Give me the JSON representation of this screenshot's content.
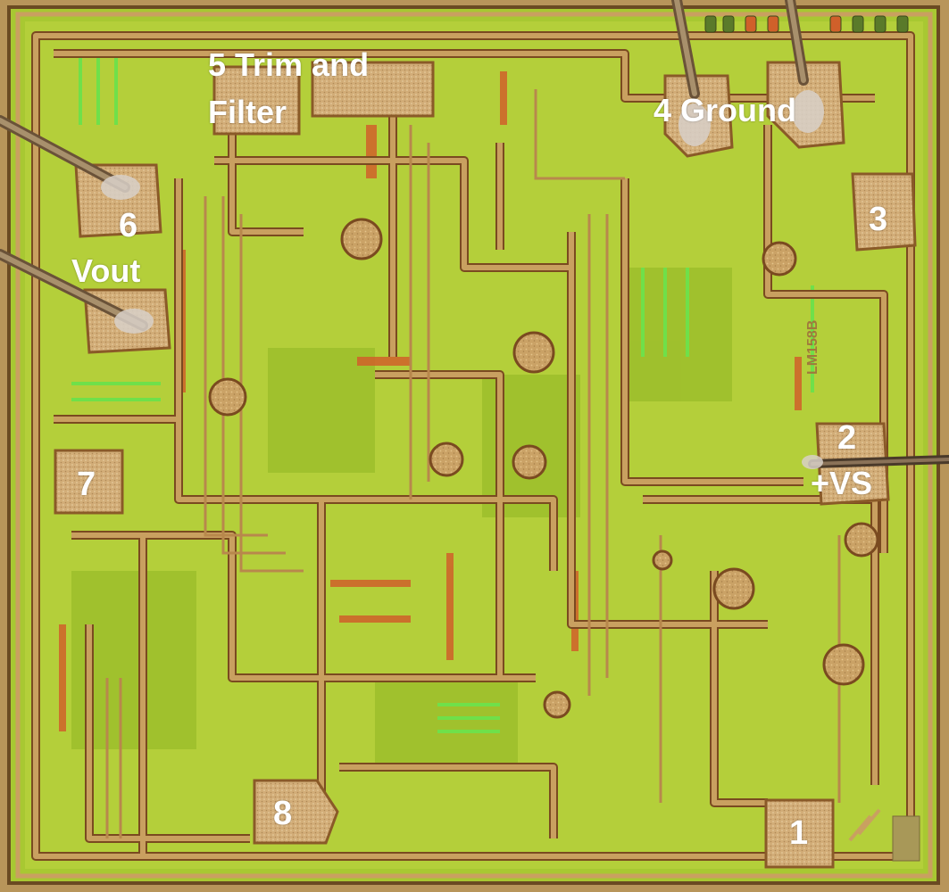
{
  "image": {
    "description": "Die photograph of an 8-pin analog integrated circuit with labeled bond pads",
    "die_marking": "LM158B",
    "colors": {
      "substrate_green": "#a8c832",
      "field_yellow_green": "#bcd23c",
      "metal_gold": "#c9a060",
      "metal_edge": "#7a4a20",
      "diffusion_orange": "#d0602a",
      "bright_green_resistor": "#6fe04a",
      "label_white": "#ffffff",
      "bond_wire": "#8a7258"
    }
  },
  "pins": [
    {
      "number": "1",
      "name": "",
      "label": "1"
    },
    {
      "number": "2",
      "name": "+VS",
      "label": "2",
      "sublabel": "+VS"
    },
    {
      "number": "3",
      "name": "",
      "label": "3"
    },
    {
      "number": "4",
      "name": "Ground",
      "label": "4 Ground"
    },
    {
      "number": "5",
      "name": "Trim and Filter",
      "label_line1": "5 Trim and",
      "label_line2": "Filter"
    },
    {
      "number": "6",
      "name": "Vout",
      "label": "6",
      "sublabel": "Vout"
    },
    {
      "number": "7",
      "name": "",
      "label": "7"
    },
    {
      "number": "8",
      "name": "",
      "label": "8"
    }
  ]
}
